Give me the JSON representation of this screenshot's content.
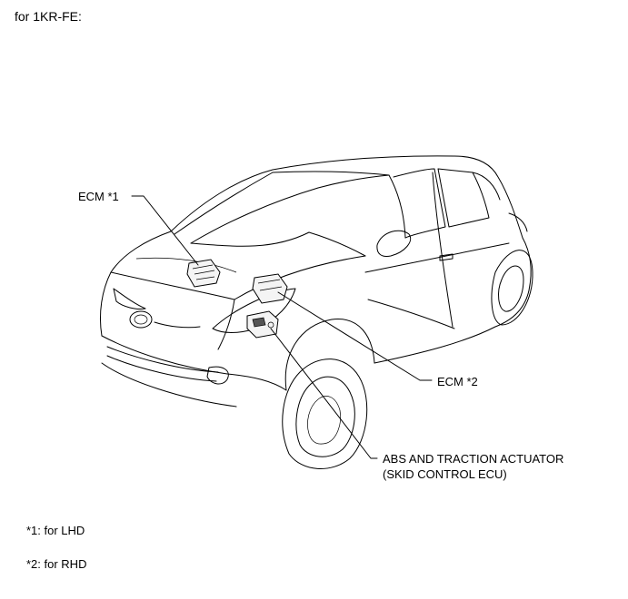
{
  "title": "for 1KR-FE:",
  "callouts": {
    "ecm1": "ECM *1",
    "ecm2": "ECM *2",
    "abs_line1": "ABS AND TRACTION ACTUATOR",
    "abs_line2": "(SKID CONTROL ECU)"
  },
  "notes": {
    "note1": "*1: for LHD",
    "note2": "*2: for RHD"
  }
}
